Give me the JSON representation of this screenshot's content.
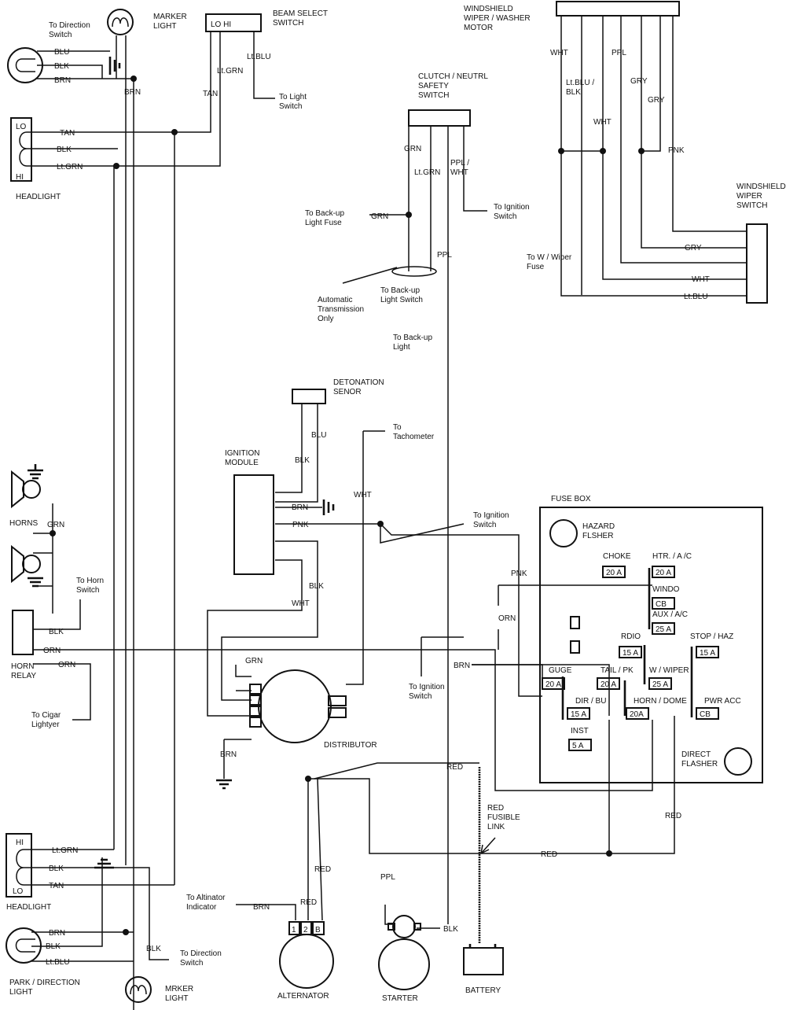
{
  "labels": {
    "marker_light_top": "MARKER\nLIGHT",
    "to_direction_switch_top": "To  Direction\nSwitch",
    "beam_select_switch": "BEAM SELECT\nSWITCH",
    "beam_lo_hi": "LO   HI",
    "to_light_switch": "To Light\nSwitch",
    "headlight_top": "HEADLIGHT",
    "headlight_top_lo": "LO",
    "headlight_top_hi": "HI",
    "windshield_wiper_motor": "WINDSHIELD\nWIPER  / WASHER\nMOTOR",
    "clutch_switch": "CLUTCH  / NEUTRL\nSAFETY\nSWITCH",
    "to_ignition_switch_1": "To Ignition\nSwitch",
    "to_backup_light_fuse": "To Back-up\nLight Fuse",
    "automatic_transmission": "Automatic\nTransmission\nOnly",
    "to_backup_light_switch": "To Back-up\nLight Switch",
    "to_backup_light": "To Back-up\nLight",
    "to_wiper_fuse": "To W / Wiper\nFuse",
    "windshield_wiper_switch": "WINDSHIELD\nWIPER\nSWITCH",
    "detonation_senor": "DETONATION\nSENOR",
    "ignition_module": "IGNITION\nMODULE",
    "to_tachometer": "To\nTachometer",
    "to_ignition_switch_2": "To Ignition\nSwitch",
    "horns": "HORNS",
    "to_horn_switch": "To Horn\nSwitch",
    "horn_relay": "HORN\nRELAY",
    "to_cigar_lighter": "To Cigar\nLightyer",
    "distributor": "DISTRIBUTOR",
    "to_ignition_switch_3": "To Ignition\nSwitch",
    "fuse_box": "FUSE BOX",
    "hazard_flasher": "HAZARD\nFLSHER",
    "direct_flasher": "DIRECT\nFLASHER",
    "red_fusible_link": "RED\nFUSIBLE\nLINK",
    "headlight_bottom": "HEADLIGHT",
    "headlight_bottom_hi": "HI",
    "headlight_bottom_lo": "LO",
    "park_direction_light": "PARK  / DIRECTION\nLIGHT",
    "to_direction_switch_bottom": "To Direction\nSwitch",
    "mrker_light": "MRKER\nLIGHT",
    "to_altinator_indicator": "To Altinator\nIndicator",
    "alternator": "ALTERNATOR",
    "starter": "STARTER",
    "battery": "BATTERY",
    "alt_terminals": [
      "1",
      "2",
      "B"
    ]
  },
  "wires": {
    "blu": "BLU",
    "blk": "BLK",
    "brn": "BRN",
    "tan": "TAN",
    "ltgrn": "Lt.GRN",
    "ltblu": "Lt.BLU",
    "wht": "WHT",
    "ppl": "PPL",
    "gry": "GRY",
    "pnk": "PNK",
    "grn": "GRN",
    "ltblu_blk": "Lt.BLU  /\nBLK",
    "ppl_wht": "PPL /\nWHT",
    "orn": "ORN",
    "red": "RED"
  },
  "fuses": [
    {
      "name": "CHOKE",
      "rating": "20 A"
    },
    {
      "name": "HTR. / A /C",
      "rating": "20 A"
    },
    {
      "name": "WINDO",
      "rating": "CB"
    },
    {
      "name": "AUX / A/C",
      "rating": "25 A"
    },
    {
      "name": "RDIO",
      "rating": "15 A"
    },
    {
      "name": "STOP / HAZ",
      "rating": "15 A"
    },
    {
      "name": "W / WIPER",
      "rating": "25 A"
    },
    {
      "name": "GUGE",
      "rating": "20 A"
    },
    {
      "name": "TAIL / PK",
      "rating": "20 A"
    },
    {
      "name": "DIR / BU",
      "rating": "15 A"
    },
    {
      "name": "HORN / DOME",
      "rating": "20A"
    },
    {
      "name": "PWR ACC",
      "rating": "CB"
    },
    {
      "name": "INST",
      "rating": "5 A"
    }
  ]
}
